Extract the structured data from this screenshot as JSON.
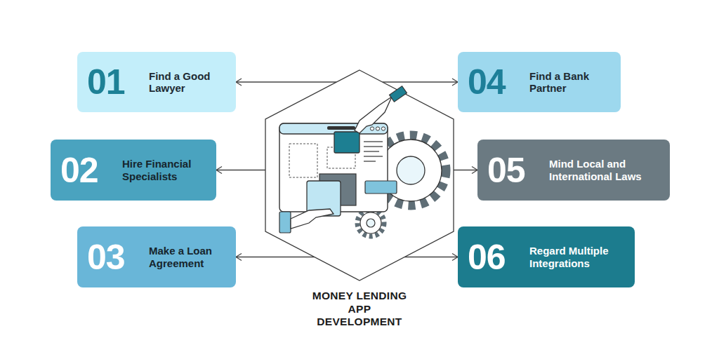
{
  "diagram": {
    "nodes": [
      {
        "text": [
          "01",
          "Find a Good Lawyer"
        ]
      },
      {
        "text": [
          "02",
          "Hire Financial Specialists"
        ]
      },
      {
        "text": [
          "03",
          "Make a Loan Agreement"
        ]
      },
      {
        "text": [
          "04",
          "Find a Bank Partner"
        ]
      },
      {
        "text": [
          "05",
          "Mind Local and International Laws"
        ]
      },
      {
        "text": [
          "06",
          "Regard Multiple Integrations"
        ]
      },
      {
        "text": [
          "MONEY LENDING APP DEVELOPMENT"
        ]
      }
    ],
    "edges": [
      {
        "from": 6,
        "to": 0,
        "arrow": "to"
      },
      {
        "from": 6,
        "to": 1,
        "arrow": "to"
      },
      {
        "from": 6,
        "to": 2,
        "arrow": "to"
      },
      {
        "from": 6,
        "to": 3,
        "arrow": "to"
      },
      {
        "from": 6,
        "to": 4,
        "arrow": "to"
      },
      {
        "from": 6,
        "to": 5,
        "arrow": "to"
      }
    ]
  }
}
